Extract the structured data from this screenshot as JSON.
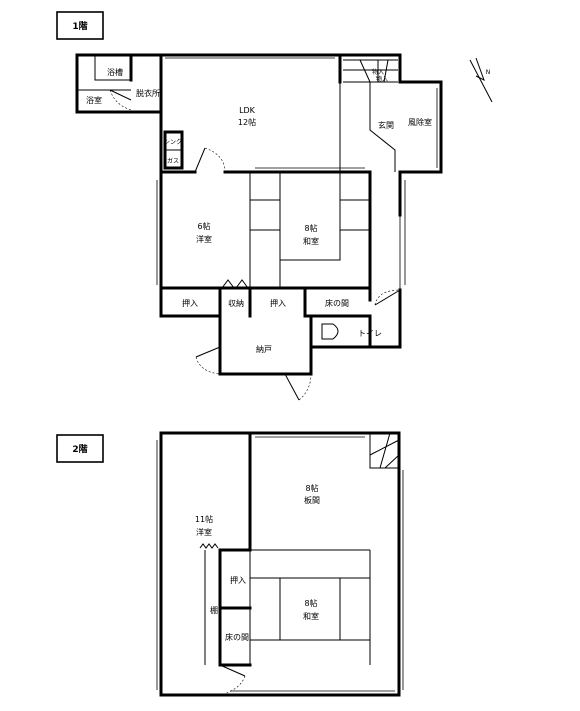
{
  "floors": [
    {
      "label": "1階",
      "rooms": {
        "bath_tub": "浴槽",
        "bathroom": "浴室",
        "dressing": "脱衣所",
        "ldk_name": "LDK",
        "ldk_size": "12帖",
        "sink": "シンク",
        "gas": "ガス",
        "entrance": "玄関",
        "windbreak": "風除室",
        "storage_top": "物入",
        "storage_top2": "物入",
        "western_size": "6帖",
        "western_name": "洋室",
        "japanese_size": "8帖",
        "japanese_name": "和室",
        "closet_a": "押入",
        "storage": "収納",
        "closet_b": "押入",
        "tokonoma": "床の間",
        "toilet": "トイレ",
        "nando": "納戸"
      }
    },
    {
      "label": "2階",
      "rooms": {
        "western_size": "11帖",
        "western_name": "洋室",
        "board_size": "8帖",
        "board_name": "板間",
        "closet": "押入",
        "shelf": "棚",
        "japanese_size": "8帖",
        "japanese_name": "和室",
        "tokonoma": "床の間"
      }
    }
  ],
  "compass": {
    "label": "N"
  }
}
